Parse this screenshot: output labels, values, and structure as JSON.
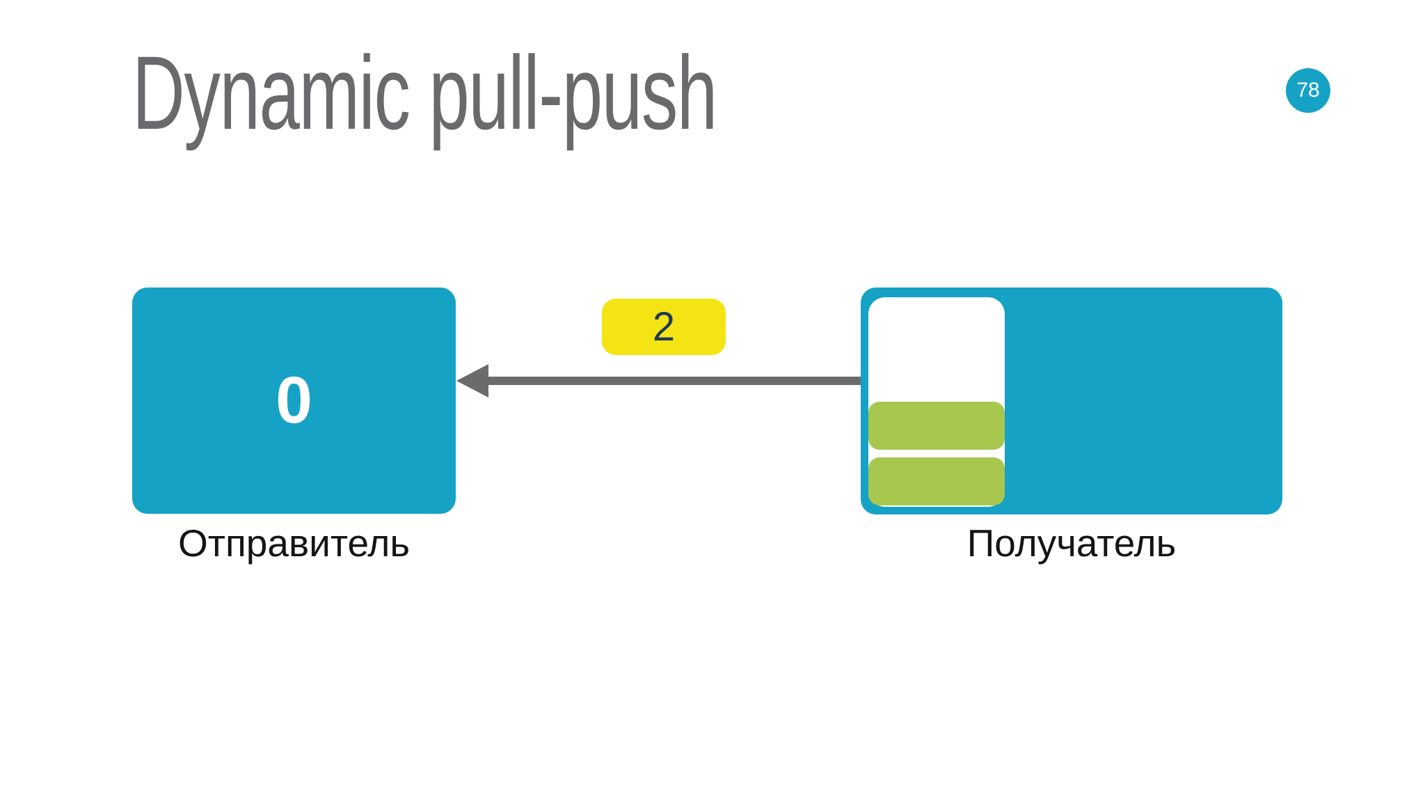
{
  "colors": {
    "teal": "#16a2c4",
    "green": "#a7c74f",
    "yellow": "#f4e414",
    "navy": "#1e3a55",
    "arrow_gray": "#6b6b6b",
    "title_gray": "#6a6a6c"
  },
  "slide": {
    "title": "Dynamic pull-push",
    "page_number": "78"
  },
  "diagram": {
    "sender": {
      "label": "Отправитель",
      "count": "0"
    },
    "arrow": {
      "badge": "2",
      "direction": "right-to-left"
    },
    "receiver": {
      "label": "Получатель",
      "queue_items": 2
    }
  }
}
